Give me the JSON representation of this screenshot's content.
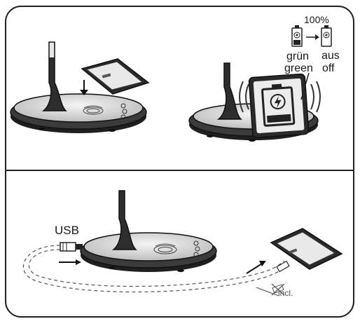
{
  "panels": {
    "top": {
      "name": "wireless-charging"
    },
    "bottom": {
      "name": "usb-charging"
    }
  },
  "battery_indicator": {
    "full_label": "100%",
    "charging_de": "grün",
    "charging_en": "green",
    "done_de": "aus",
    "done_en": "off"
  },
  "usb": {
    "port_label": "USB",
    "cable_note": "incl."
  },
  "colors": {
    "line": "#1a1a1a",
    "panel_border": "#222222",
    "lamp_top": "#d9d9d9",
    "lamp_dark": "#2a2a2a",
    "screen": "#ececec"
  }
}
